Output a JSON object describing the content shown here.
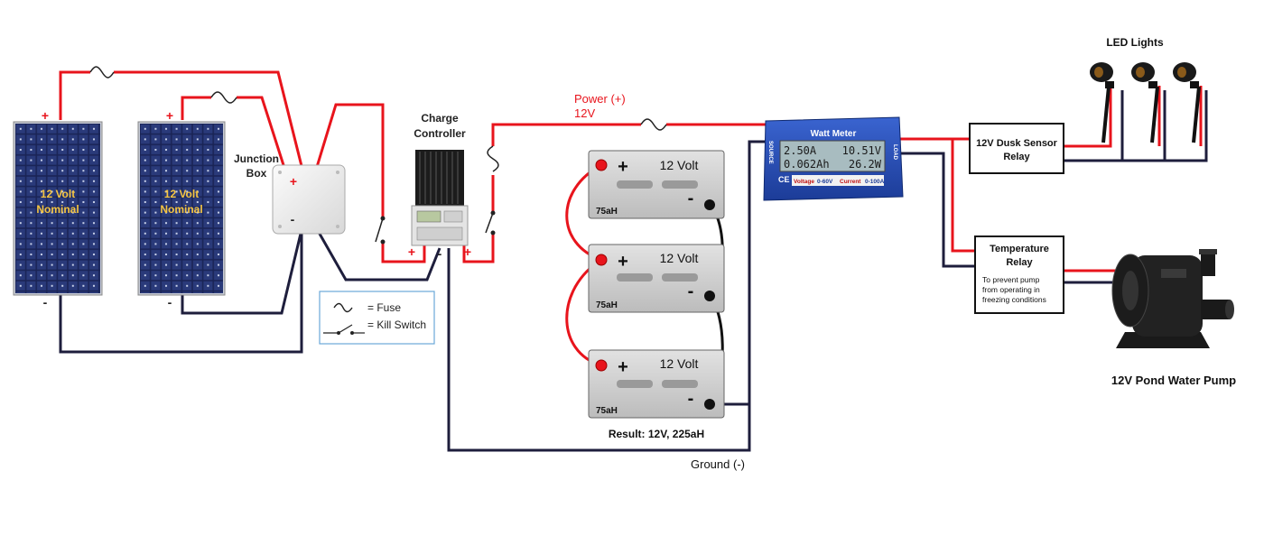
{
  "colors": {
    "power": "#e8141c",
    "ground": "#1e1e3c",
    "panel": "#1a2456",
    "battery": "#d2d2d2",
    "meter": "#2a50b8"
  },
  "panels": [
    {
      "text_line1": "12 Volt",
      "text_line2": "Nominal",
      "plus": "+",
      "minus": "-"
    },
    {
      "text_line1": "12 Volt",
      "text_line2": "Nominal",
      "plus": "+",
      "minus": "-"
    }
  ],
  "junction_box": {
    "label_line1": "Junction",
    "label_line2": "Box",
    "plus": "+",
    "minus": "-"
  },
  "charge_controller": {
    "label_line1": "Charge",
    "label_line2": "Controller",
    "plus_in": "+",
    "minus": "-",
    "plus_out": "+"
  },
  "power_label": {
    "line1": "Power (+)",
    "line2": "12V"
  },
  "batteries": [
    {
      "plus": "+",
      "voltage": "12 Volt",
      "minus": "-",
      "capacity": "75aH"
    },
    {
      "plus": "+",
      "voltage": "12 Volt",
      "minus": "-",
      "capacity": "75aH"
    },
    {
      "plus": "+",
      "voltage": "12 Volt",
      "minus": "-",
      "capacity": "75aH"
    }
  ],
  "result_label": "Result: 12V, 225aH",
  "ground_label": "Ground (-)",
  "legend": {
    "fuse": "= Fuse",
    "kill_switch": "= Kill Switch"
  },
  "watt_meter": {
    "title": "Watt Meter",
    "lcd_row1_left": "2.50A",
    "lcd_row1_right": "10.51V",
    "lcd_row2_left": "0.062Ah",
    "lcd_row2_right": "26.2W",
    "ce": "CE",
    "footer_voltage": "Voltage",
    "footer_voltage_range": "0-60V",
    "footer_current": "Current",
    "footer_current_range": "0-100A",
    "side_left": "SOURCE",
    "side_right": "LOAD"
  },
  "dusk_relay": {
    "line1": "12V Dusk Sensor",
    "line2": "Relay"
  },
  "led_lights_label": "LED Lights",
  "temp_relay": {
    "line1": "Temperature",
    "line2": "Relay",
    "note1": "To prevent pump",
    "note2": "from operating in",
    "note3": "freezing conditions"
  },
  "pump_label": "12V Pond Water Pump"
}
